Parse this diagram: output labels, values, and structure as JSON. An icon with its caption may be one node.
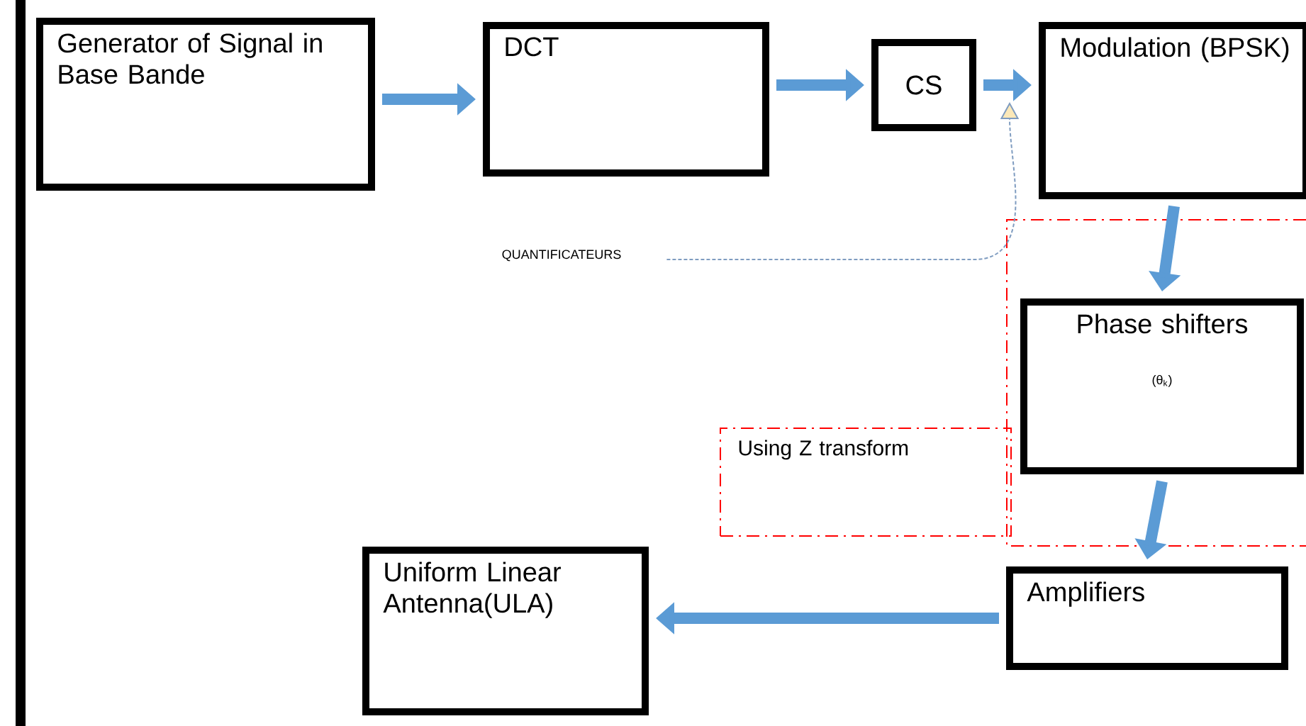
{
  "diagram": {
    "nodes": [
      {
        "text": [
          "Generator of Signal in Base Bande"
        ]
      },
      {
        "text": [
          "DCT"
        ]
      },
      {
        "text": [
          "CS"
        ]
      },
      {
        "text": [
          "Modulation (BPSK)"
        ]
      },
      {
        "text": [
          "Phase shifters",
          "(θ$_{k}$)"
        ]
      },
      {
        "text": [
          "Amplifiers"
        ]
      },
      {
        "text": [
          "Uniform Linear Antenna(ULA)"
        ]
      },
      {
        "text": [
          "QUANTIFICATEURS"
        ]
      },
      {
        "text": [
          "Using Z transform"
        ]
      }
    ],
    "edges": [
      {
        "from": 0,
        "to": 1,
        "arrow": "to"
      },
      {
        "from": 1,
        "to": 2,
        "arrow": "to"
      },
      {
        "from": 2,
        "to": 3,
        "arrow": "to"
      },
      {
        "from": 3,
        "to": 4,
        "arrow": "to"
      },
      {
        "from": 4,
        "to": 5,
        "arrow": "to"
      },
      {
        "from": 5,
        "to": 6,
        "arrow": "to"
      },
      {
        "from": 7,
        "to": null,
        "arrow": "to",
        "style": "dashed",
        "color": "#7f9cc0"
      }
    ]
  }
}
